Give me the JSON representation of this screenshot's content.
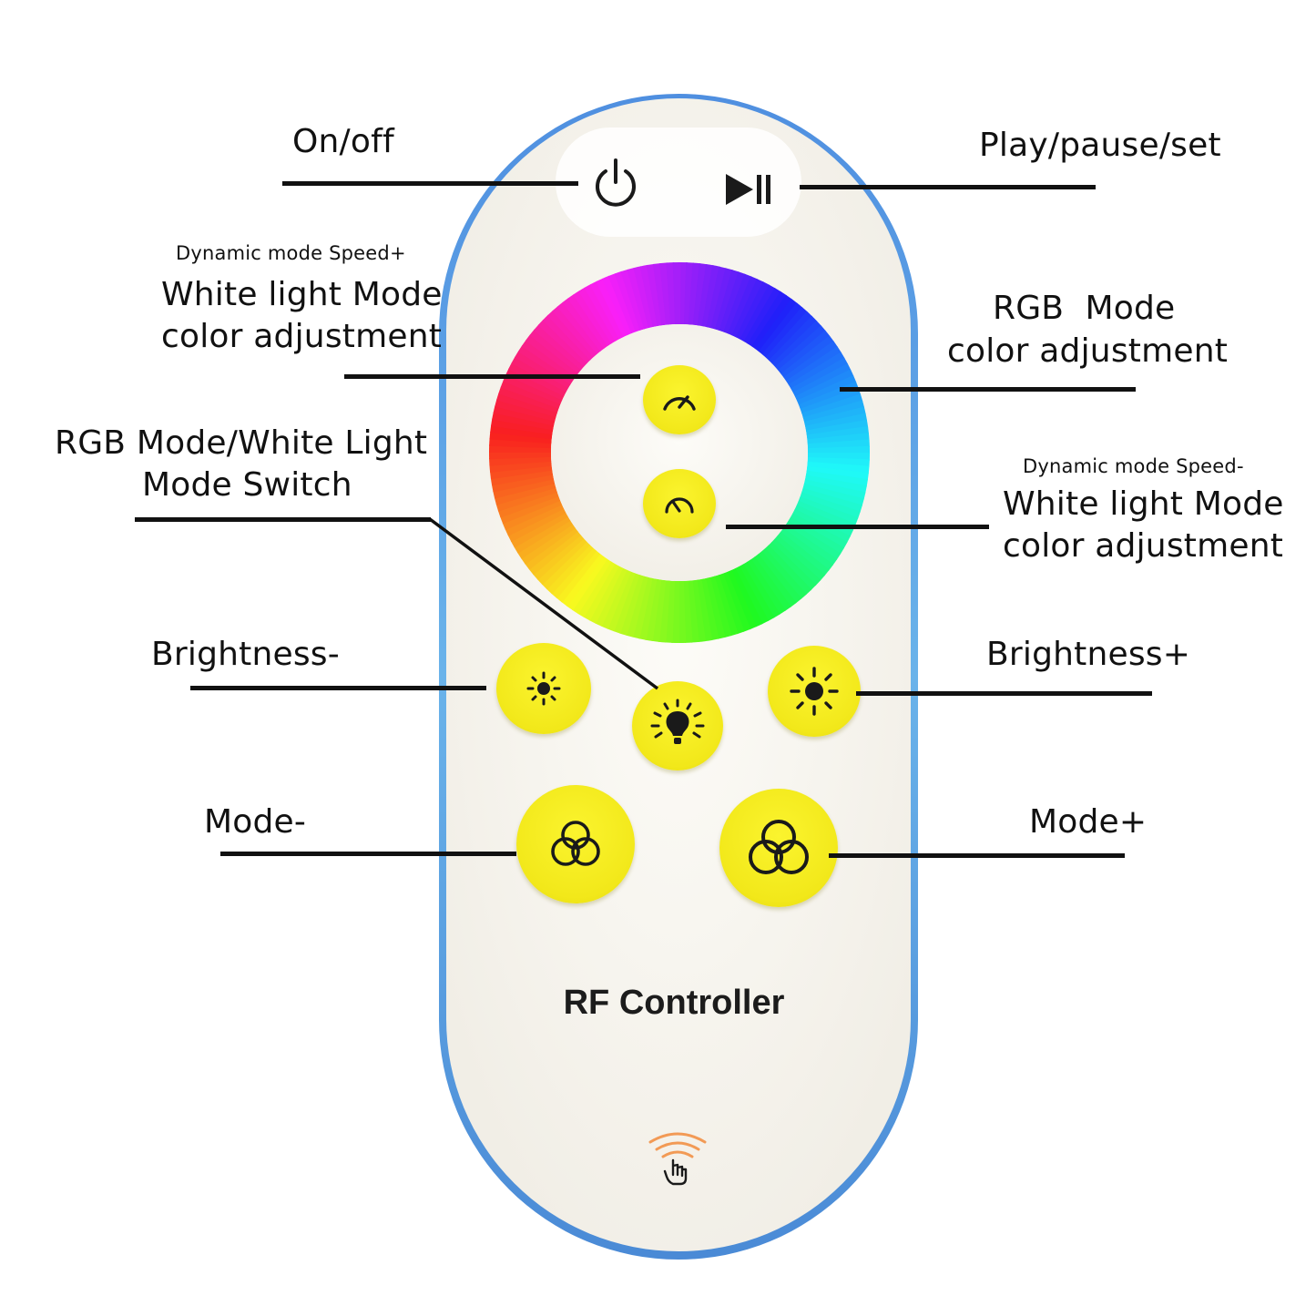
{
  "remote": {
    "brand": "RF Controller",
    "colors": {
      "body": "#fbf9f3",
      "edge": "#5aa6e6",
      "button": "#f2e81a",
      "icon": "#1a1a1a",
      "touch_icon": "#f29a55"
    },
    "buttons": [
      {
        "name": "power-button",
        "icon": "power-icon"
      },
      {
        "name": "play-pause-button",
        "icon": "play-pause-icon"
      },
      {
        "name": "color-wheel",
        "icon": "rgb-color-ring"
      },
      {
        "name": "speed-up-button",
        "icon": "speedometer-up-icon"
      },
      {
        "name": "speed-down-button",
        "icon": "speedometer-down-icon"
      },
      {
        "name": "brightness-down-button",
        "icon": "sun-small-icon"
      },
      {
        "name": "mode-switch-button",
        "icon": "lightbulb-icon"
      },
      {
        "name": "brightness-up-button",
        "icon": "sun-large-icon"
      },
      {
        "name": "mode-down-button",
        "icon": "three-circles-icon"
      },
      {
        "name": "mode-up-button",
        "icon": "three-circles-icon"
      }
    ],
    "touch_icon": "touch-wave-icon"
  },
  "labels": {
    "on_off": "On/off",
    "play_pause": "Play/pause/set",
    "speed_plus": "Dynamic mode Speed+",
    "white_mode_1_line1": "White light Mode",
    "white_mode_1_line2": "color adjustment",
    "rgb_mode_line1": "RGB  Mode",
    "rgb_mode_line2": "color adjustment",
    "switch_line1": "RGB Mode/White Light",
    "switch_line2": "Mode Switch",
    "speed_minus": "Dynamic mode Speed-",
    "white_mode_2_line1": "White light Mode",
    "white_mode_2_line2": "color adjustment",
    "brightness_minus": "Brightness-",
    "brightness_plus": "Brightness+",
    "mode_minus": "Mode-",
    "mode_plus": "Mode+"
  }
}
